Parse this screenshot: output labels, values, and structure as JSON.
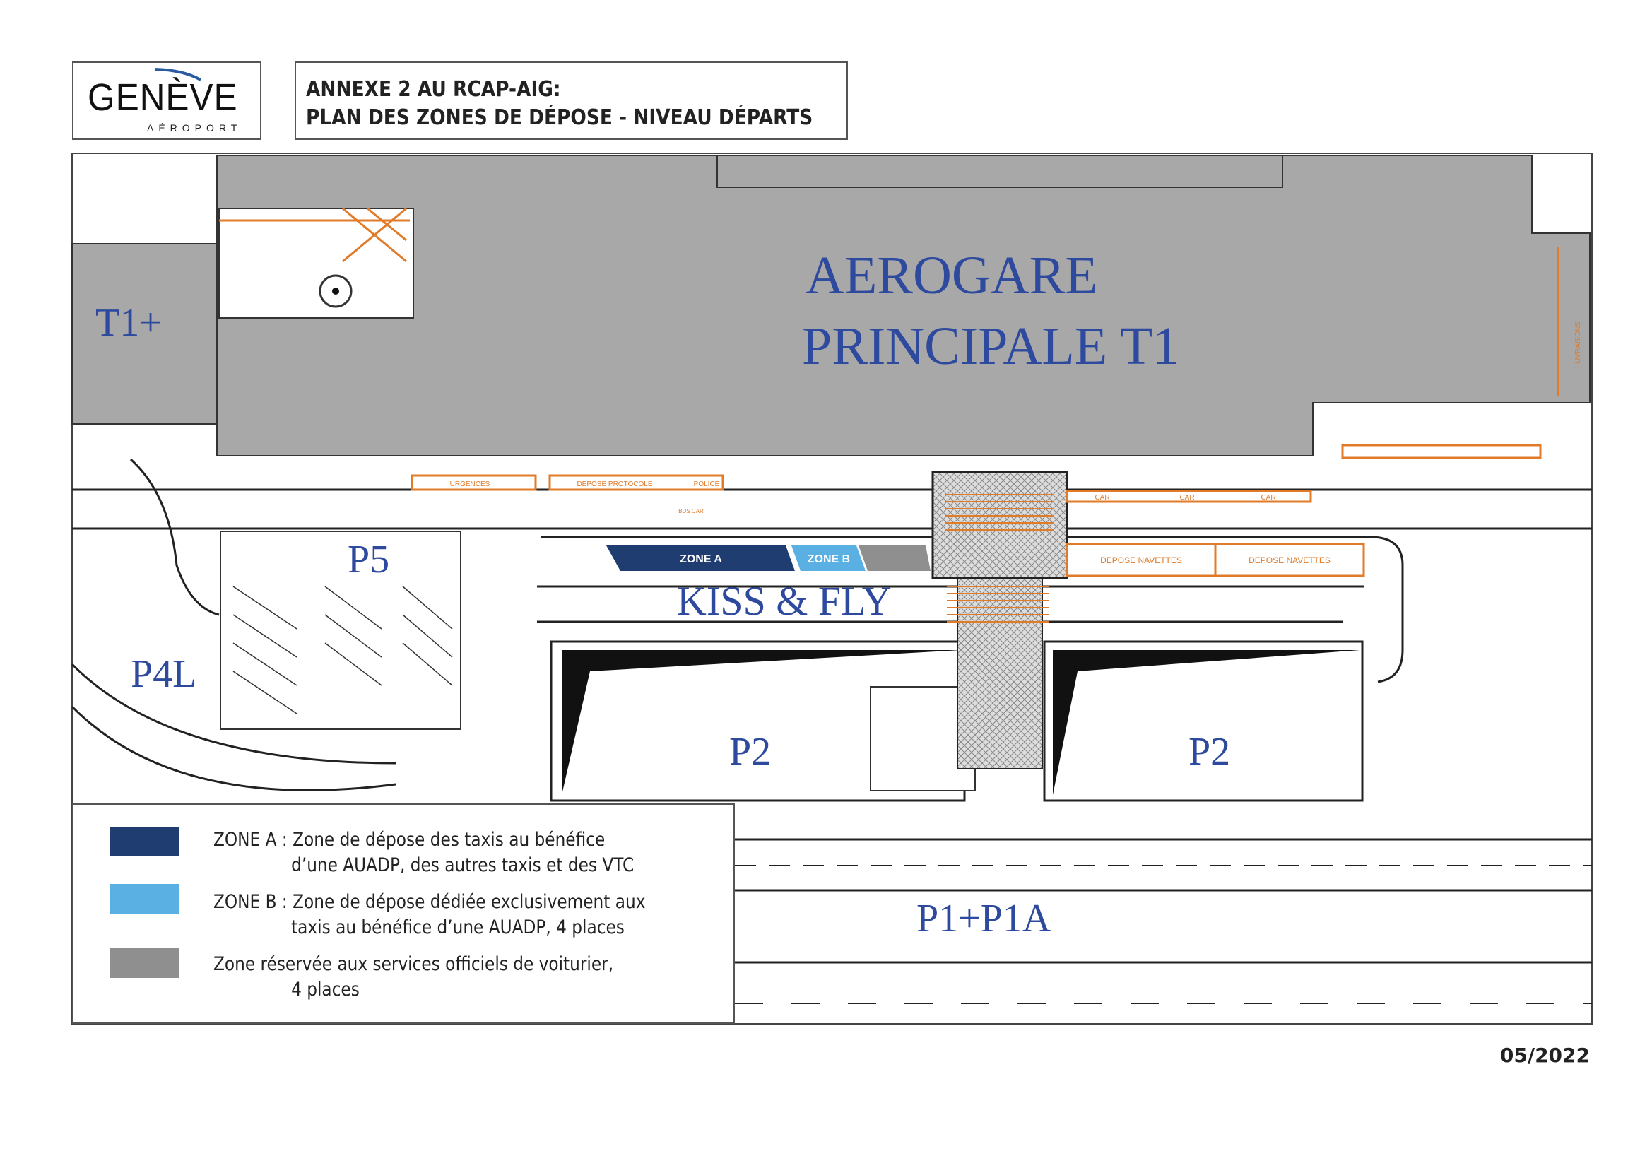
{
  "logo": {
    "name": "GENÈVE",
    "sub": "AÉROPORT"
  },
  "header": {
    "line1": "ANNEXE 2 AU RCAP-AIG:",
    "line2": "PLAN DES ZONES DE DÉPOSE - NIVEAU DÉPARTS"
  },
  "map": {
    "terminal_line1": "AEROGARE",
    "terminal_line2": "PRINCIPALE T1",
    "t1plus": "T1+",
    "kiss_fly": "KISS & FLY",
    "zone_a": "ZONE A",
    "zone_b": "ZONE B",
    "p2_left": "P2",
    "p2_right": "P2",
    "p5": "P5",
    "p4l": "P4L",
    "p1": "P1+P1A",
    "urgences": "URGENCES",
    "depose_protocole": "DEPOSE PROTOCOLE",
    "police": "POLICE",
    "car": [
      "CAR",
      "CAR",
      "CAR"
    ],
    "navettes": [
      "DEPOSE NAVETTES",
      "DEPOSE NAVETTES"
    ],
    "livraisons": "LIVRAISONS",
    "bus_car": "BUS CAR"
  },
  "legend": {
    "items": [
      {
        "color": "#1f3d70",
        "line1": "ZONE A : Zone de dépose des taxis au bénéfice",
        "line2": "d’une AUADP, des autres taxis et des VTC"
      },
      {
        "color": "#5aafe3",
        "line1": "ZONE B : Zone de dépose dédiée exclusivement aux",
        "line2": "taxis au bénéfice d’une AUADP, 4 places"
      },
      {
        "color": "#8f8f8f",
        "line1": "Zone réservée aux services officiels de voiturier,",
        "line2": "4 places"
      }
    ]
  },
  "colors": {
    "terminal": "#a8a8a8",
    "label_blue": "#2e4a9e",
    "marking_orange": "#e07b2a"
  },
  "date": "05/2022"
}
